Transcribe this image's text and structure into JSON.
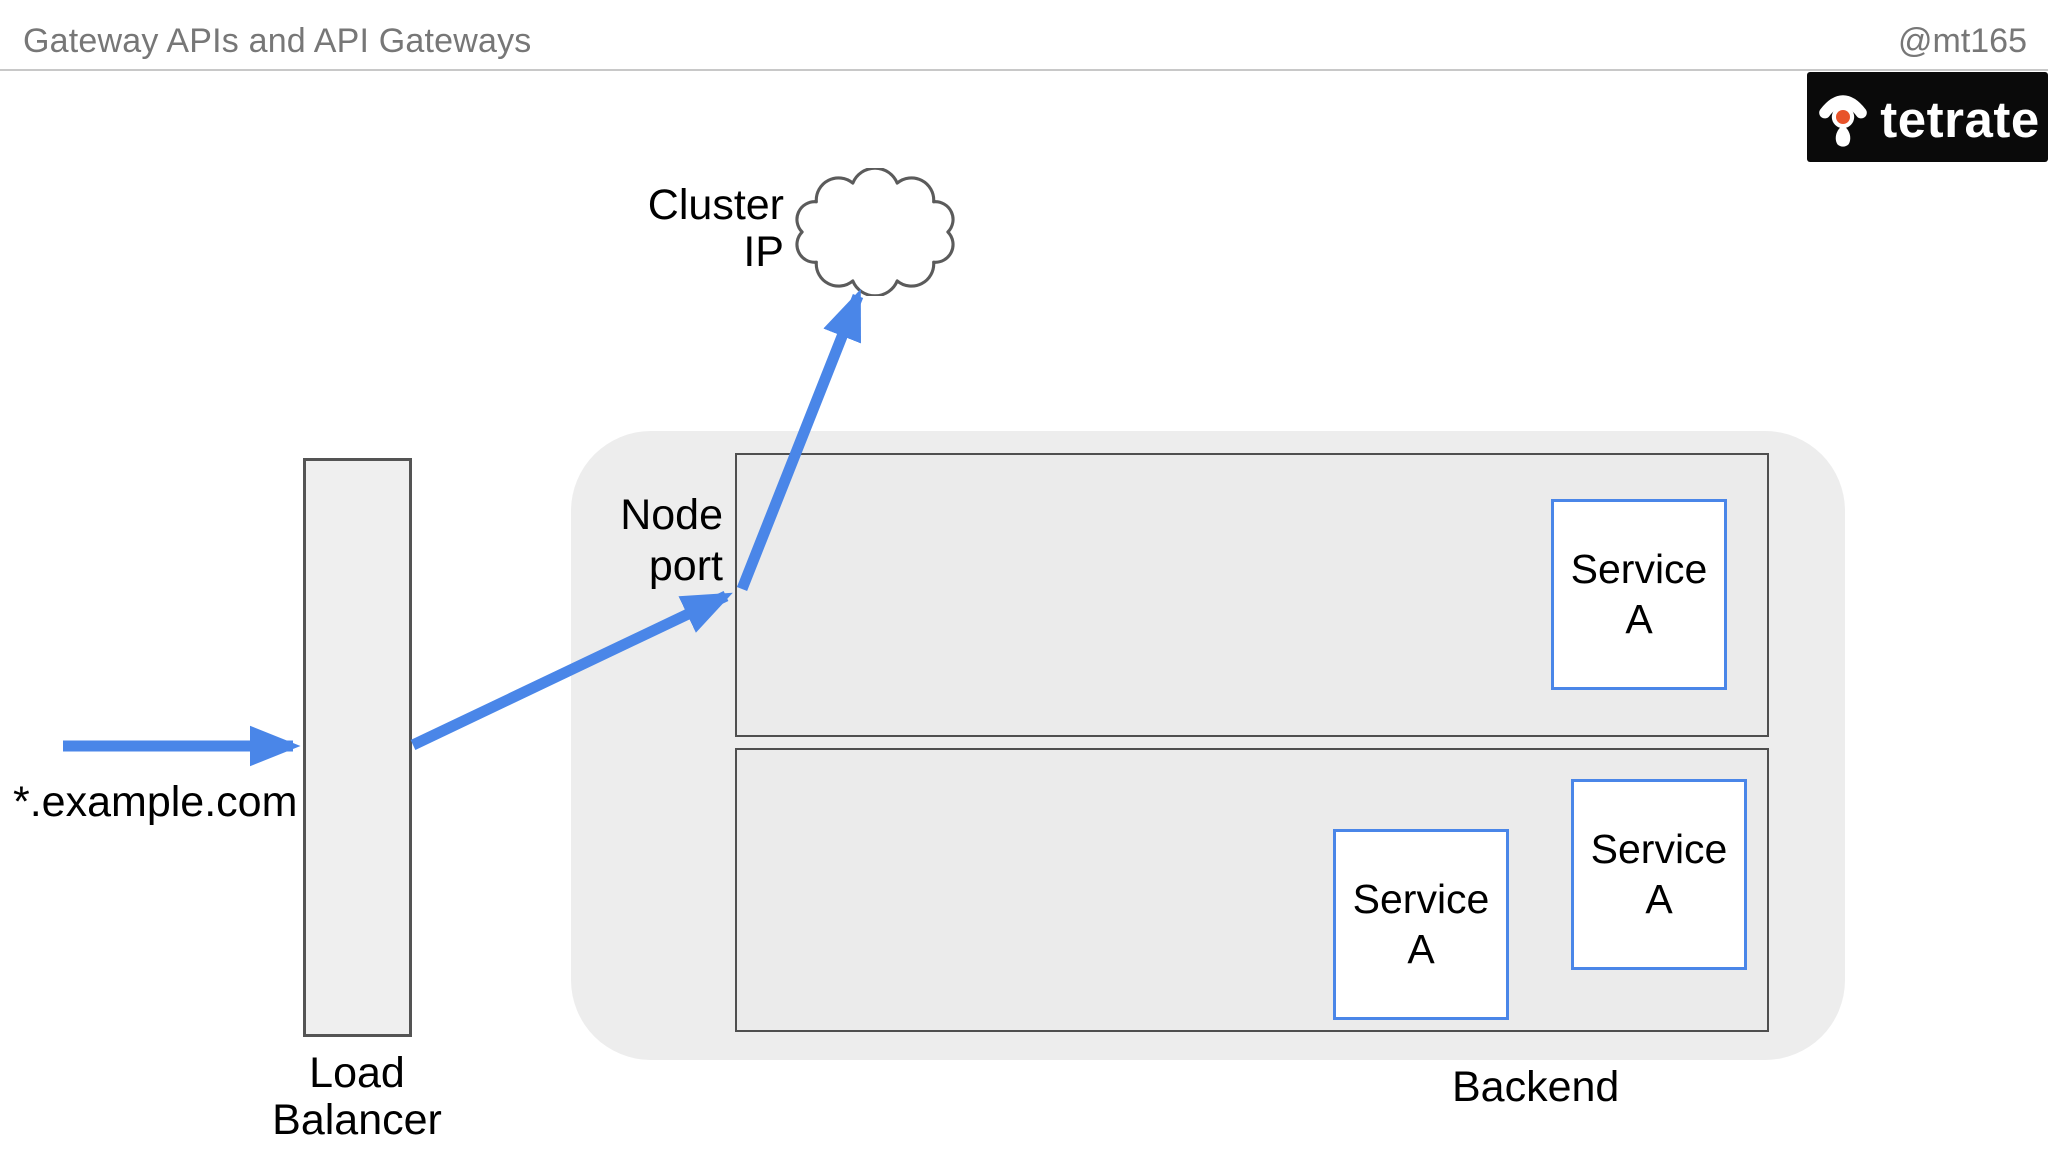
{
  "header": {
    "title": "Gateway APIs and API Gateways",
    "handle": "@mt165"
  },
  "logo": {
    "text": "tetrate",
    "bg_color": "#0a0a0a",
    "dot_color": "#e8532a"
  },
  "colors": {
    "arrow_blue": "#4a86e8",
    "service_border_blue": "#4a86e8",
    "container_gray": "#ededed",
    "node_gray": "#ebebeb",
    "outline_gray": "#4f4f4f",
    "header_text_gray": "#777777"
  },
  "diagram": {
    "domain_label": "*.example.com",
    "load_balancer_label": "Load\nBalancer",
    "cluster_ip_label": "Cluster\nIP",
    "node_port_label": "Node\nport",
    "backend_label": "Backend",
    "icons": {
      "cluster_ip": "cloud-icon",
      "logo_mark": "tetrate-mark-icon"
    },
    "nodes": [
      {
        "services": [
          {
            "label": "Service\nA"
          }
        ]
      },
      {
        "services": [
          {
            "label": "Service\nA"
          },
          {
            "label": "Service\nA"
          }
        ]
      }
    ]
  }
}
